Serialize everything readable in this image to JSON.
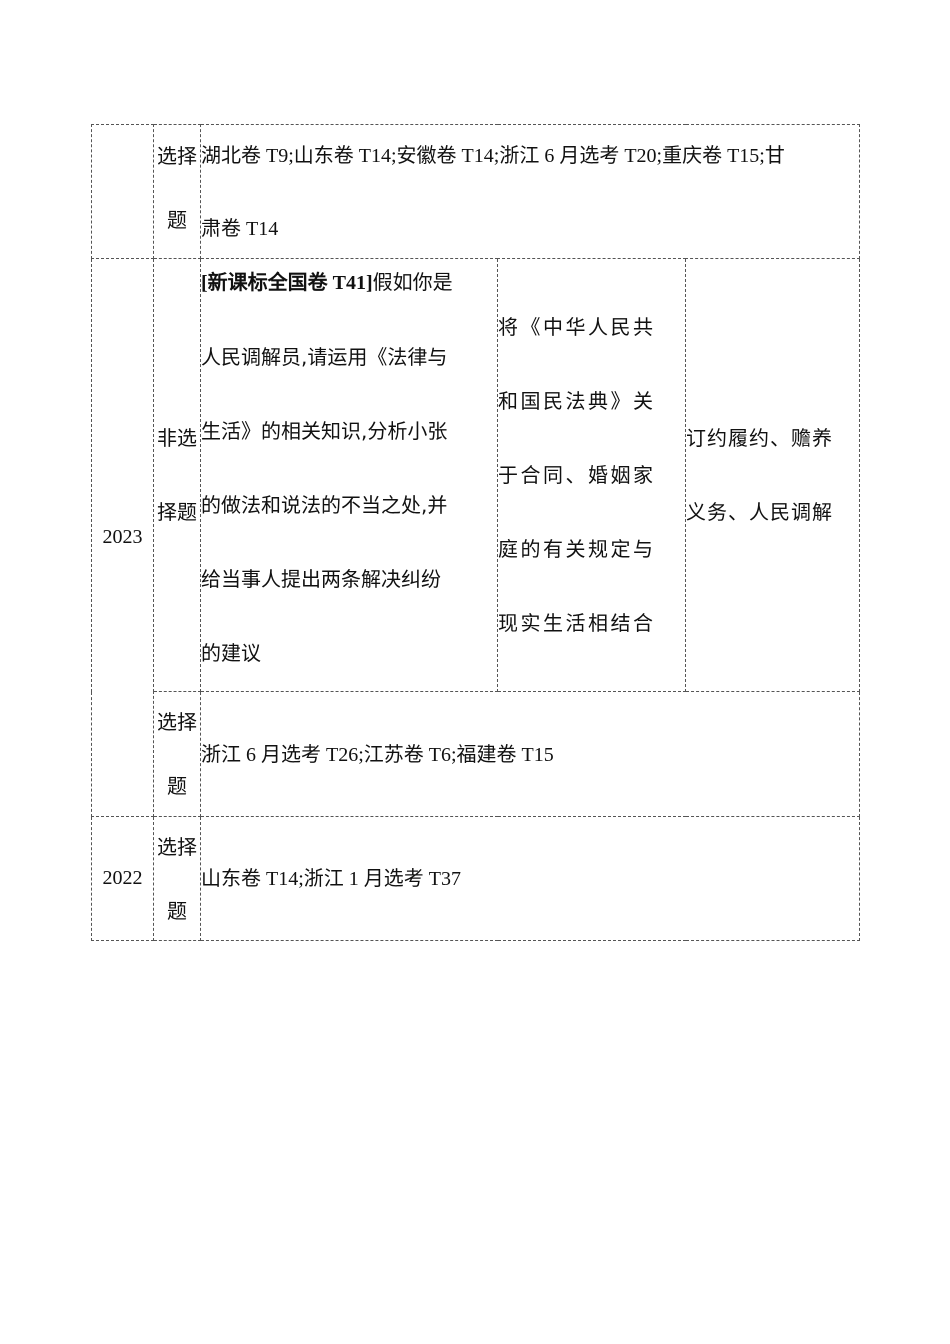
{
  "table": {
    "rows": [
      {
        "year": "",
        "question_type": "选择题",
        "references": "湖北卷T9;山东卷T14;安徽卷T14;浙江6月选考T20;重庆卷T15;甘肃卷T14"
      },
      {
        "year": "2023",
        "question_type": "非选择题",
        "question_source": "[新课标全国卷T41]",
        "question_text": "假如你是人民调解员,请运用《法律与生活》的相关知识,分析小张的做法和说法的不当之处,并给当事人提出两条解决纠纷的建议",
        "method": "将《中华人民共和国民法典》关于合同、婚姻家庭的有关规定与现实生活相结合",
        "knowledge_points": "订约履约、赡养义务、人民调解"
      },
      {
        "year": "2023",
        "question_type": "选择题",
        "references": "浙江6月选考T26;江苏卷T6;福建卷T15"
      },
      {
        "year": "2022",
        "question_type": "选择题",
        "references": "山东卷T14;浙江1月选考T37"
      }
    ],
    "display": {
      "row1_refs_line1": "湖北卷 T9;山东卷 T14;安徽卷 T14;浙江 6 月选考 T20;重庆卷 T15;甘",
      "row1_refs_line2": "肃卷 T14",
      "row1_qtype_line1": "选择",
      "row1_qtype_line2": "题",
      "row2_year": "2023",
      "row2_qtype_line1": "非选",
      "row2_qtype_line2": "择题",
      "row2_source": "[新课标全国卷 T41]",
      "row2_question_lines": [
        "假如你是",
        "人民调解员,请运用《法律与",
        "生活》的相关知识,分析小张",
        "的做法和说法的不当之处,并",
        "给当事人提出两条解决纠纷",
        "的建议"
      ],
      "row2_method_lines": [
        "将《中华人民共",
        "和国民法典》关",
        "于合同、婚姻家",
        "庭的有关规定与",
        "现实生活相结合"
      ],
      "row2_points_lines": [
        "订约履约、赡养",
        "义务、人民调解"
      ],
      "row3_qtype_line1": "选择",
      "row3_qtype_line2": "题",
      "row3_refs": "浙江 6 月选考 T26;江苏卷 T6;福建卷 T15",
      "row4_year": "2022",
      "row4_qtype_line1": "选择",
      "row4_qtype_line2": "题",
      "row4_refs": "山东卷 T14;浙江 1 月选考 T37"
    }
  }
}
